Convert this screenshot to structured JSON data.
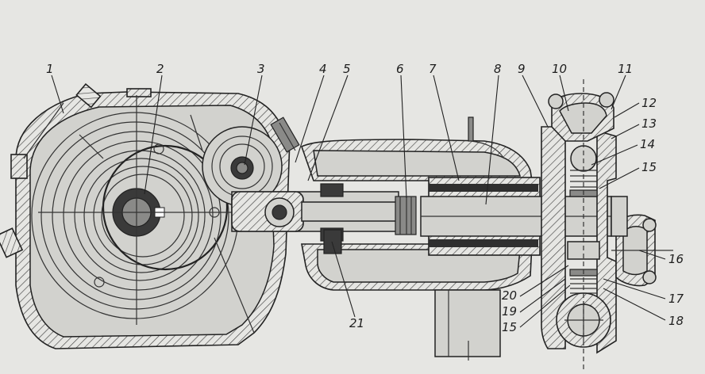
{
  "diagram": {
    "labels": [
      "1",
      "2",
      "3",
      "4",
      "5",
      "6",
      "7",
      "8",
      "9",
      "10",
      "11",
      "12",
      "13",
      "14",
      "15",
      "16",
      "17",
      "18",
      "15",
      "19",
      "20",
      "21"
    ]
  }
}
